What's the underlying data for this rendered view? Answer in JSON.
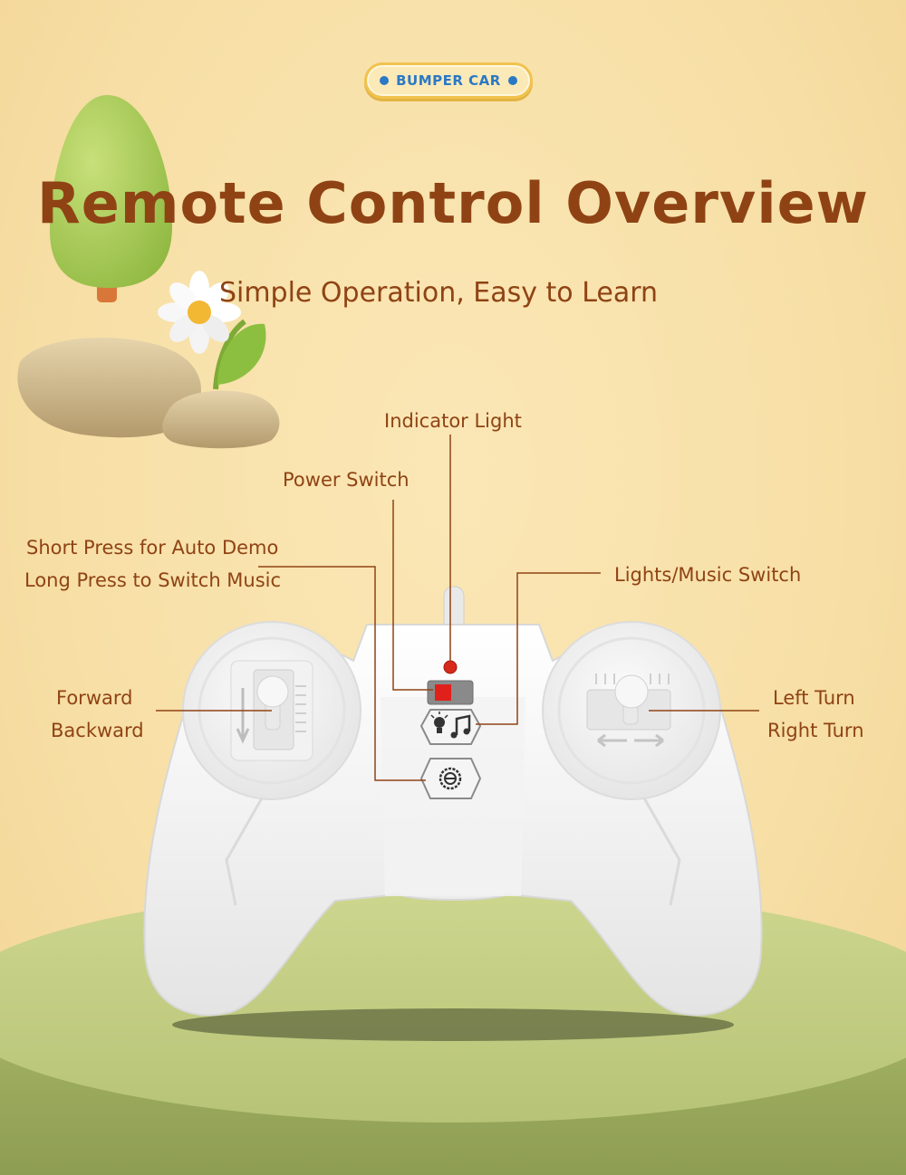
{
  "badge": {
    "label": "BUMPER CAR"
  },
  "title": "Remote Control Overview",
  "subtitle": "Simple Operation, Easy to Learn",
  "labels": {
    "indicator_light": "Indicator Light",
    "power_switch": "Power Switch",
    "short_press": "Short Press for Auto Demo",
    "long_press": "Long Press to Switch Music",
    "lights_music_switch": "Lights/Music Switch",
    "forward": "Forward",
    "backward": "Backward",
    "left_turn": "Left Turn",
    "right_turn": "Right Turn"
  },
  "colors": {
    "background": "#f7dfa6",
    "title_text": "#8f4314",
    "leader_line": "#8f4314",
    "badge_text": "#2b79c4",
    "badge_border": "#f0c34f",
    "platform": "#b9c77b",
    "indicator_led": "#d62a1c",
    "power_switch": "#e0201b"
  },
  "icons": [
    "bulb-icon",
    "music-note-icon",
    "auto-demo-icon"
  ]
}
